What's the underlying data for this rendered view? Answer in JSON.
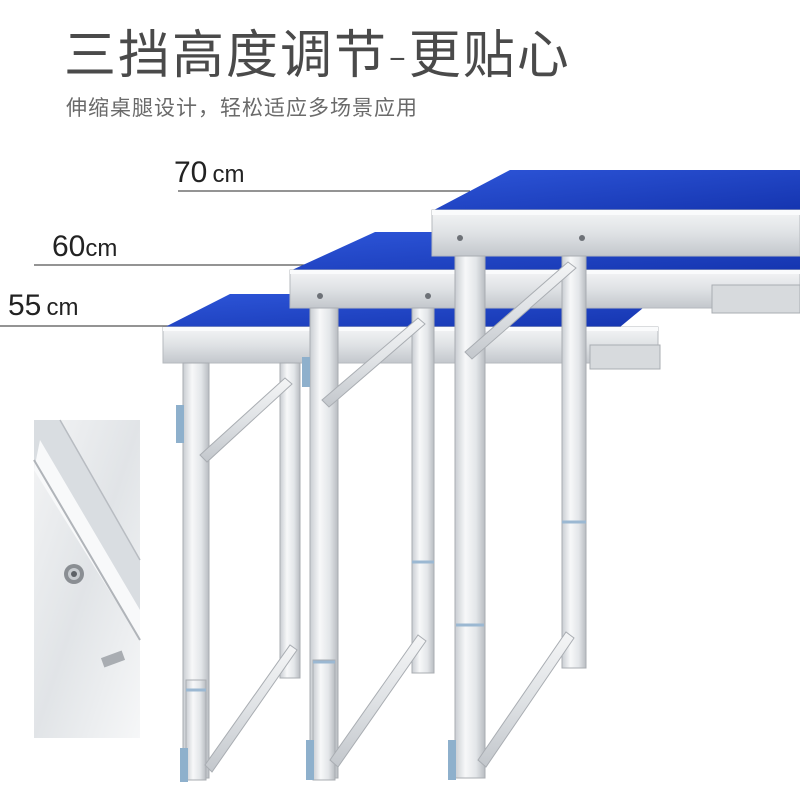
{
  "headline": {
    "title": "三挡高度调节-更贴心",
    "subtitle": "伸缩桌腿设计，轻松适应多场景应用"
  },
  "heights": [
    {
      "value": "70",
      "unit": "cm"
    },
    {
      "value": "60",
      "unit": "cm"
    },
    {
      "value": "55",
      "unit": "cm"
    }
  ],
  "colors": {
    "tabletop": "#1d3fc4",
    "aluminum": "#e9ecef",
    "cap": "#7fa7c8",
    "text": "#4a4a4a"
  }
}
